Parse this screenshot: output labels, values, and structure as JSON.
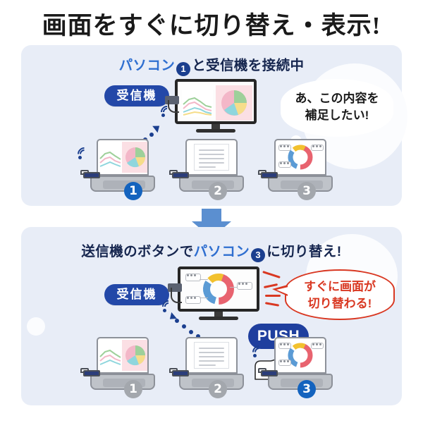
{
  "title": "画面をすぐに切り替え・表示!",
  "panels": {
    "top": {
      "heading_pre": "パソコン",
      "heading_badge": "1",
      "heading_post": "と受信機を接続中",
      "receiver_label": "受信機",
      "thought_bubble": {
        "line1": "あ、この内容を",
        "line2": "補足したい!"
      },
      "laptops": [
        {
          "number": "1",
          "state": "active",
          "screen": "line-and-pie-chart"
        },
        {
          "number": "2",
          "state": "inactive",
          "screen": "document"
        },
        {
          "number": "3",
          "state": "inactive",
          "screen": "donut-chart"
        }
      ]
    },
    "bottom": {
      "heading_pre": "送信機のボタンで",
      "heading_hl": "パソコン",
      "heading_badge": "3",
      "heading_post": "に切り替え!",
      "receiver_label": "受信機",
      "callout_bubble": {
        "line1": "すぐに画面が",
        "line2": "切り替わる!"
      },
      "push_label": "PUSH",
      "laptops": [
        {
          "number": "1",
          "state": "inactive",
          "screen": "line-and-pie-chart"
        },
        {
          "number": "2",
          "state": "inactive",
          "screen": "document"
        },
        {
          "number": "3",
          "state": "active",
          "screen": "donut-chart"
        }
      ]
    }
  },
  "colors": {
    "panel_bg": "#e8edf7",
    "pill_blue": "#2348a8",
    "heading_navy": "#16264f",
    "heading_blue": "#2f6fd0",
    "active_badge": "#1463be",
    "inactive_badge": "#a3a7ad",
    "arrow_blue": "#5b8fd0",
    "callout_red": "#d93822",
    "push_blue": "#1f3f9e"
  }
}
